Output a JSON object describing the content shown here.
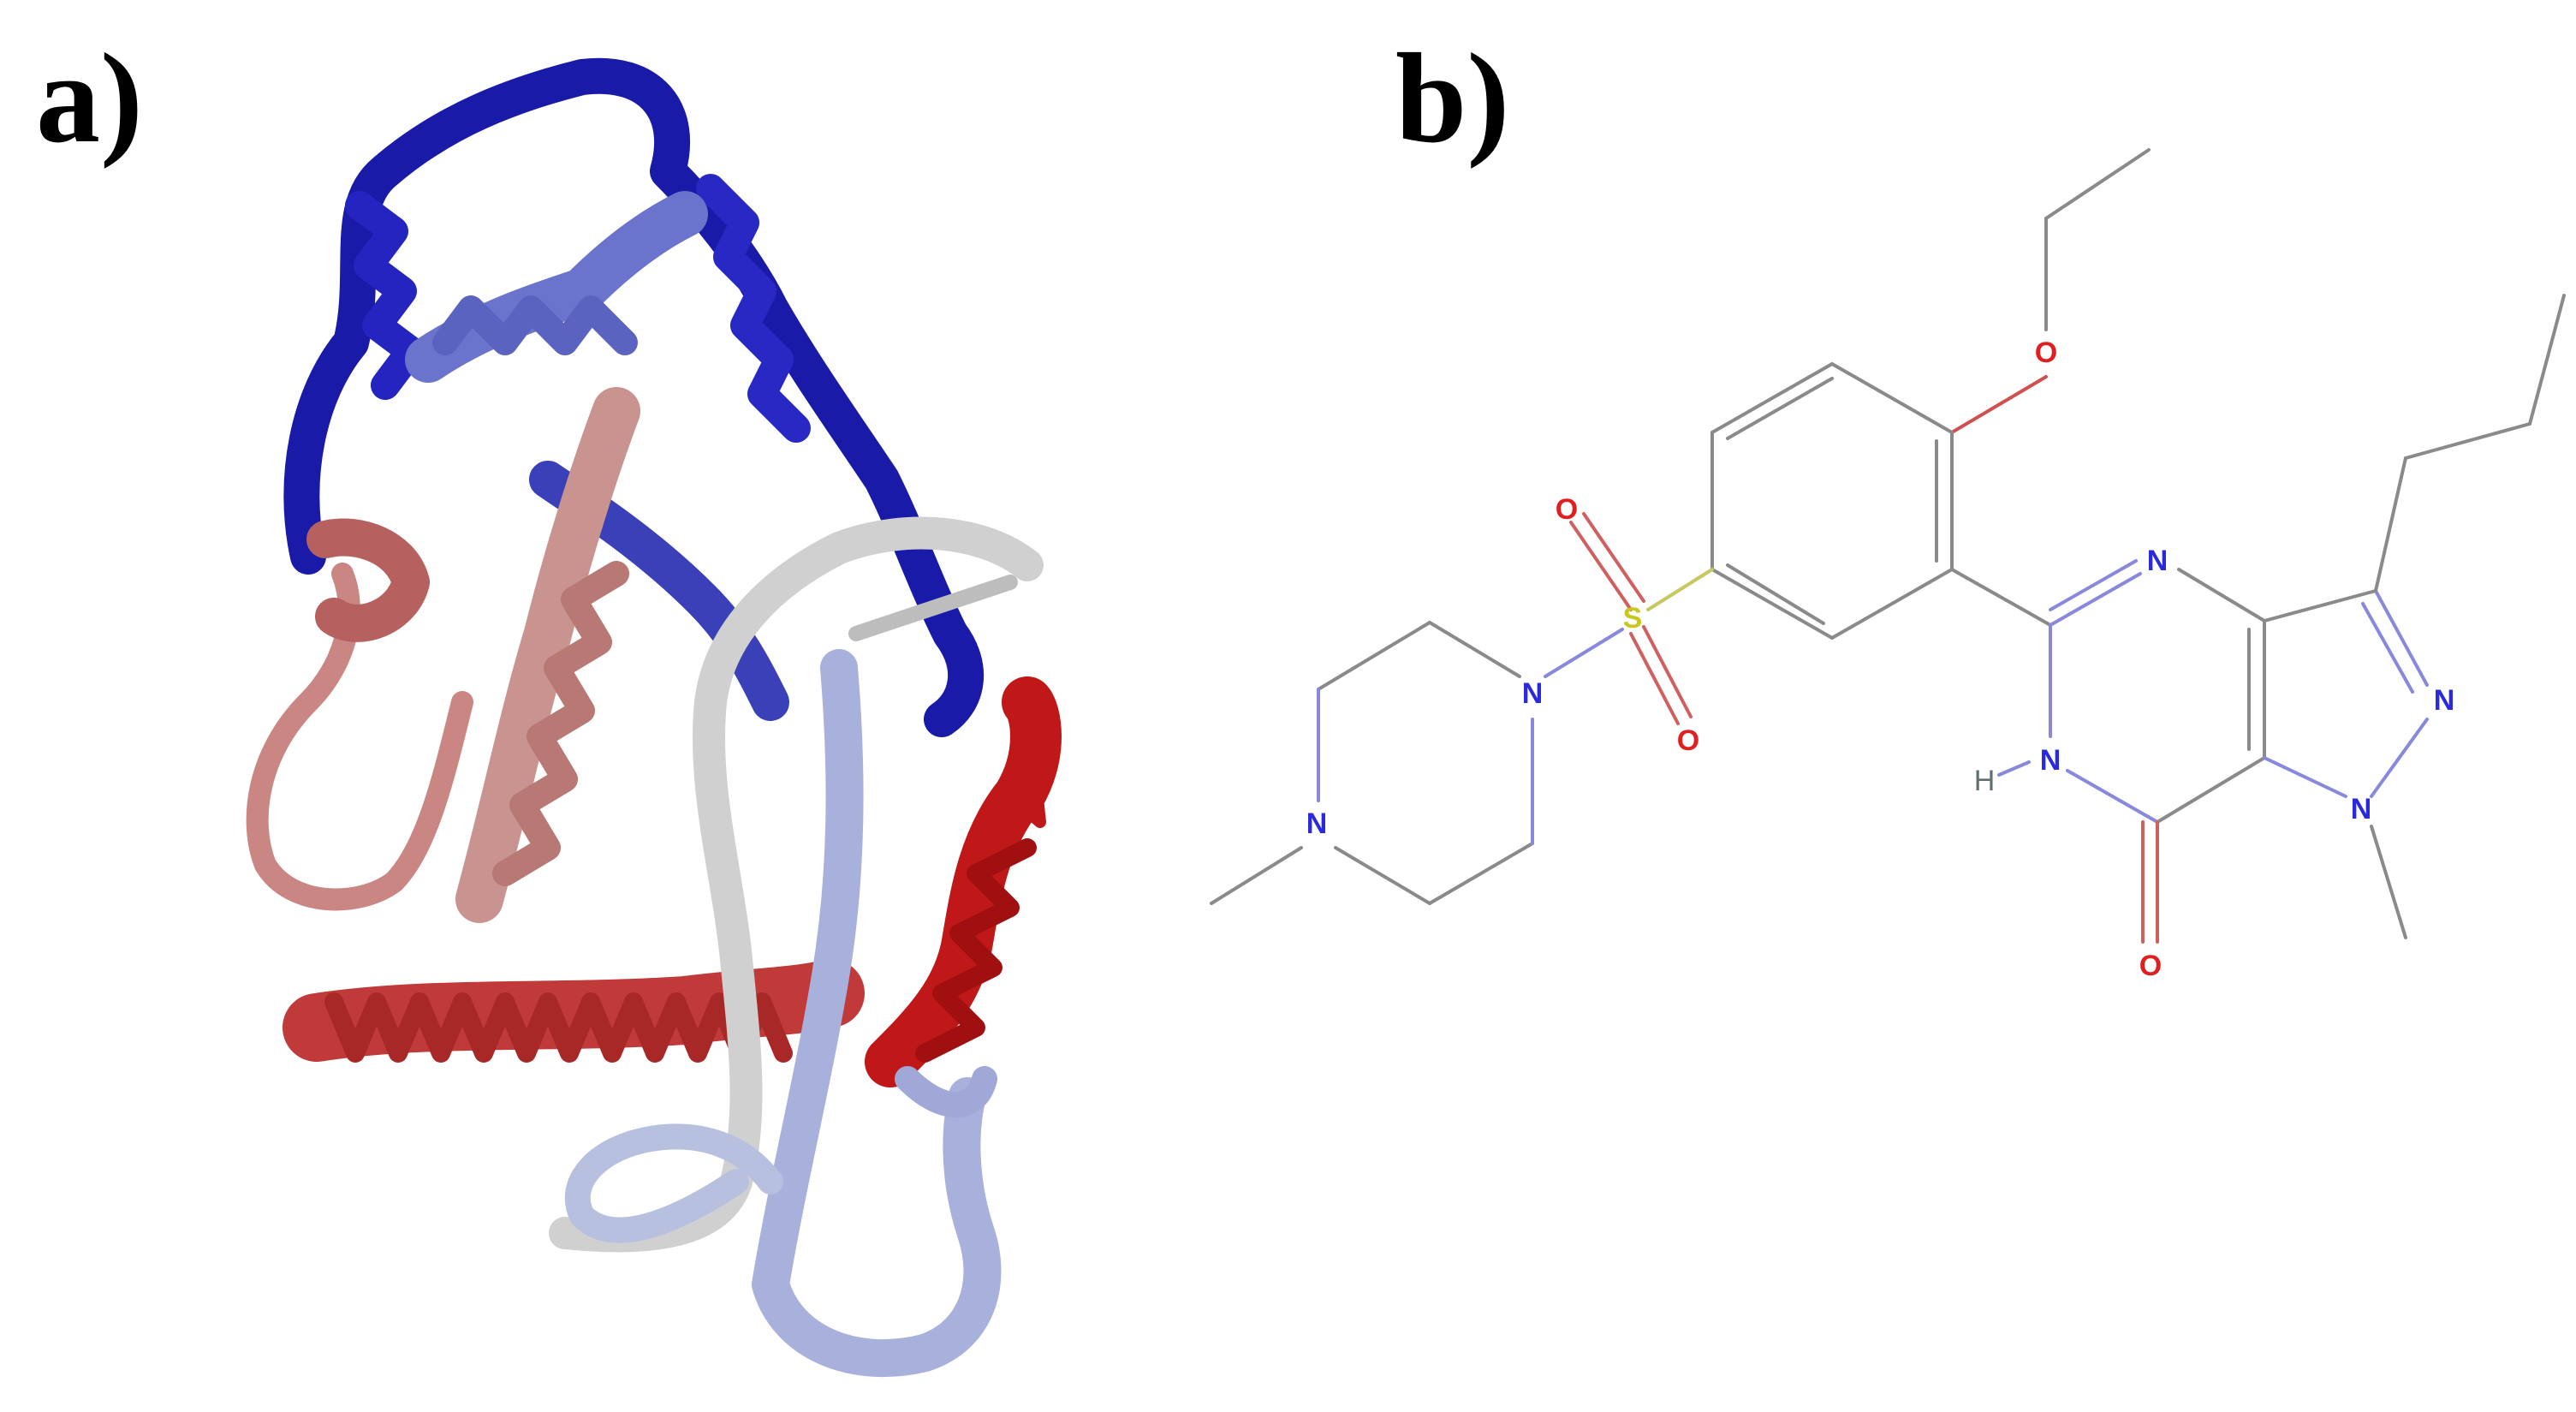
{
  "figure": {
    "panels": [
      {
        "label": "a)",
        "content": "protein ribbon structure",
        "colors": {
          "n_terminal_blue": "#1a1aa8",
          "mid_blue": "#6a74cc",
          "light_blue": "#a8b0dc",
          "gray_white": "#d8d8d8",
          "pink": "#c98a86",
          "salmon": "#c06060",
          "red": "#c01818"
        }
      },
      {
        "label": "b)",
        "content": "2D chemical structure (sildenafil)",
        "atom_labels": [
          "O",
          "O",
          "O",
          "S",
          "N",
          "N",
          "N",
          "N",
          "N",
          "N",
          "H",
          "O"
        ],
        "colors": {
          "bond": "#8a8a8a",
          "nitrogen": "#2a2adc",
          "oxygen": "#e02020",
          "sulfur": "#c8c820",
          "hydrogen": "#607070"
        }
      }
    ]
  },
  "labels": {
    "a": "a)",
    "b": "b)"
  },
  "atoms": {
    "o_ether": "O",
    "o_sulf1": "O",
    "o_sulf2": "O",
    "s": "S",
    "n_pip1": "N",
    "n_pip2": "N",
    "n_pyr": "N",
    "n_h": "N",
    "h": "H",
    "n_pz1": "N",
    "n_pz2": "N",
    "o_keto": "O"
  }
}
